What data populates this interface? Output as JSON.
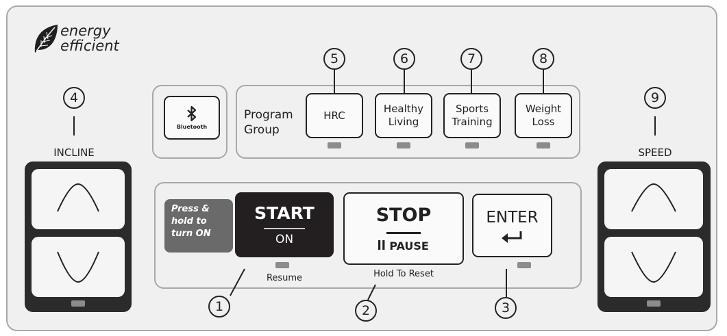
{
  "logo": {
    "icon": "leaf-icon",
    "line1": "energy",
    "line2": "efficient"
  },
  "bluetooth": {
    "icon": "bluetooth-icon",
    "label": "Bluetooth"
  },
  "program_group": {
    "label_line1": "Program",
    "label_line2": "Group",
    "buttons": [
      {
        "line1": "HRC",
        "line2": "",
        "callout": "5"
      },
      {
        "line1": "Healthy",
        "line2": "Living",
        "callout": "6"
      },
      {
        "line1": "Sports",
        "line2": "Training",
        "callout": "7"
      },
      {
        "line1": "Weight",
        "line2": "Loss",
        "callout": "8"
      }
    ]
  },
  "incline": {
    "label": "INCLINE",
    "callout": "4",
    "up_icon": "chevron-up-icon",
    "down_icon": "chevron-down-icon"
  },
  "speed": {
    "label": "SPEED",
    "callout": "9",
    "up_icon": "chevron-up-icon",
    "down_icon": "chevron-down-icon"
  },
  "start": {
    "hint_line1": "Press &",
    "hint_line2": "hold to",
    "hint_line3": "turn ON",
    "label": "START",
    "sublabel": "ON",
    "caption": "Resume",
    "callout": "1"
  },
  "stop": {
    "label": "STOP",
    "pause_icon": "pause-icon",
    "sublabel": "PAUSE",
    "caption": "Hold To Reset",
    "callout": "2"
  },
  "enter": {
    "label": "ENTER",
    "icon": "return-arrow-icon",
    "callout": "3"
  },
  "colors": {
    "panel": "#f0f0f0",
    "border": "#a8a8a8",
    "dark": "#231f20",
    "led": "#8c8c8c",
    "hint": "#6a6a6a"
  }
}
